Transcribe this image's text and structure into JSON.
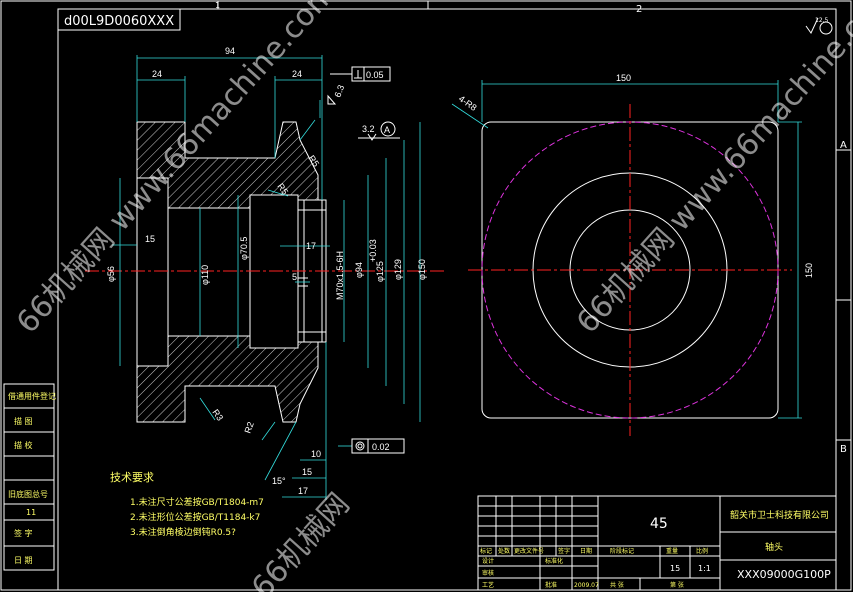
{
  "drawing": {
    "code_mirrored": "d00L9D0060XXX",
    "zone_top_1": "1",
    "zone_top_2": "2",
    "zone_right_a": "A",
    "zone_right_b": "B",
    "roughness_rest": "12.5"
  },
  "dims": {
    "d94": "94",
    "d24a": "24",
    "d24b": "24",
    "tol_box": "0.05",
    "rough63": "6.3",
    "rough32": "3.2",
    "datum": "A",
    "r5": "R5",
    "r5b": "R5",
    "d15": "15",
    "phi56": "φ56",
    "phi110": "φ110",
    "phi705": "φ70.5",
    "d17": "17",
    "d5": "5",
    "thread": "M70x1.5-6H",
    "phi94": "φ94",
    "phi125": "φ125",
    "phi125tol": "+0.03",
    "phi129": "φ129",
    "phi150": "φ150",
    "r3": "R3",
    "r2": "R2",
    "d10": "10",
    "d15b": "15",
    "d17b": "17",
    "ang15": "15°",
    "conc_box": "0.02",
    "top150": "150",
    "side150": "150",
    "chamfer": "4-R8"
  },
  "notes": {
    "title": "技术要求",
    "n1": "1.未注尺寸公差按GB/T1804-m7",
    "n2": "2.未注形位公差按GB/T1184-k7",
    "n3": "3.未注倒角棱边倒钝R0.5?"
  },
  "left_table": {
    "r1": "借通用件登记",
    "r2": "描 图",
    "r3": "描 校",
    "r4": "旧底图总号",
    "r5": "11",
    "r6": "签 字",
    "r7": "日 期"
  },
  "title_block": {
    "material": "45",
    "company": "韶关市卫士科技有限公司",
    "part_name": "轴头",
    "drawing_no": "XXX09000G100P",
    "scale": "1:1",
    "weight": "15",
    "h_mark": "标记",
    "h_count": "处数",
    "h_change": "更改文件号",
    "h_sign": "签字",
    "h_date": "日期",
    "h_design": "设计",
    "h_standard": "标准化",
    "h_stage": "阶段标记",
    "h_weight": "重量",
    "h_scale": "比例",
    "h_check": "审核",
    "h_process": "工艺",
    "h_approve": "批准",
    "date": "2009.07",
    "sheet_a": "共 张",
    "sheet_b": "第 张"
  },
  "watermarks": {
    "w1": "66机械网 www.66machine.com",
    "w2": "66机械网 www.66machine.com",
    "w3": "66机械网"
  }
}
